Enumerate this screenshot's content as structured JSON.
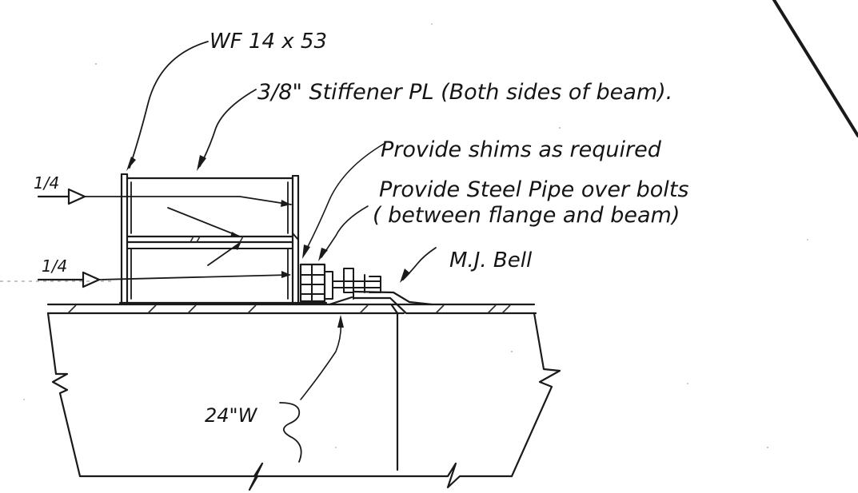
{
  "labels": {
    "beam": "WF 14 x 53",
    "stiffener": "3/8\" Stiffener PL (Both sides of beam).",
    "shims": "Provide shims as required",
    "pipe_line1": "Provide Steel Pipe over bolts",
    "pipe_line2": "( between flange and beam)",
    "bell": "M.J. Bell",
    "weld_top": "1/4",
    "weld_bottom": "1/4",
    "width": "24\"W"
  }
}
